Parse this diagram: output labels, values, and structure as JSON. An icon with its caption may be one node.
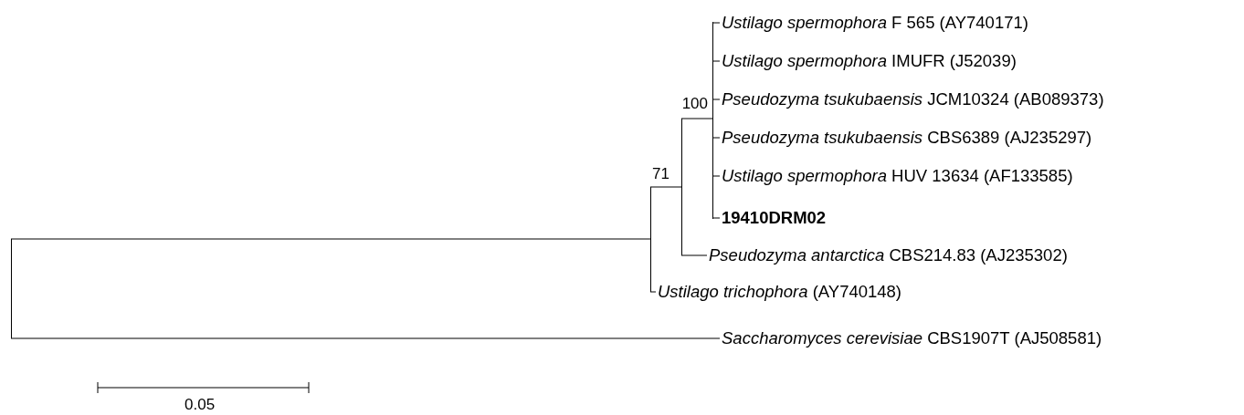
{
  "diagram": {
    "nodes": [
      {
        "text": [
          "*Ustilago spermophora* F 565 (AY740171)"
        ]
      },
      {
        "text": [
          "*Ustilago spermophora*  IMUFR (J52039)"
        ]
      },
      {
        "text": [
          "*Pseudozyma tsukubaensis* JCM10324 (AB089373)"
        ]
      },
      {
        "text": [
          "*Pseudozyma tsukubaensis* CBS6389 (AJ235297)"
        ]
      },
      {
        "text": [
          "*Ustilago spermophora* HUV 13634 (AF133585)"
        ]
      },
      {
        "text": [
          "19410DRM02"
        ]
      },
      {
        "text": [
          "*Pseudozyma antarctica* CBS214.83 (AJ235302)"
        ]
      },
      {
        "text": [
          "*Ustilago trichophora* (AY740148)"
        ]
      },
      {
        "text": [
          "*Saccharomyces cerevisiae* CBS1907T (AJ508581)"
        ]
      },
      {
        "text": [],
        "shape": "bar"
      },
      {
        "text": [],
        "shape": "bar",
        "beside": [
          "71"
        ]
      },
      {
        "text": [],
        "shape": "bar"
      },
      {
        "text": [],
        "shape": "bar",
        "beside": [
          "100"
        ]
      }
    ],
    "edges": [
      {
        "from": 9,
        "to": 10,
        "arrow": "none"
      },
      {
        "from": 9,
        "to": 8,
        "arrow": "none"
      },
      {
        "from": 10,
        "to": 11,
        "arrow": "none"
      },
      {
        "from": 10,
        "to": 7,
        "arrow": "none"
      },
      {
        "from": 11,
        "to": 12,
        "arrow": "none"
      },
      {
        "from": 11,
        "to": 6,
        "arrow": "none"
      },
      {
        "from": 12,
        "to": 0,
        "arrow": "none"
      },
      {
        "from": 12,
        "to": 1,
        "arrow": "none"
      },
      {
        "from": 12,
        "to": 2,
        "arrow": "none"
      },
      {
        "from": 12,
        "to": 3,
        "arrow": "none"
      },
      {
        "from": 12,
        "to": 4,
        "arrow": "none"
      },
      {
        "from": 12,
        "to": 5,
        "arrow": "none"
      }
    ],
    "labels": [
      "0.05"
    ]
  }
}
